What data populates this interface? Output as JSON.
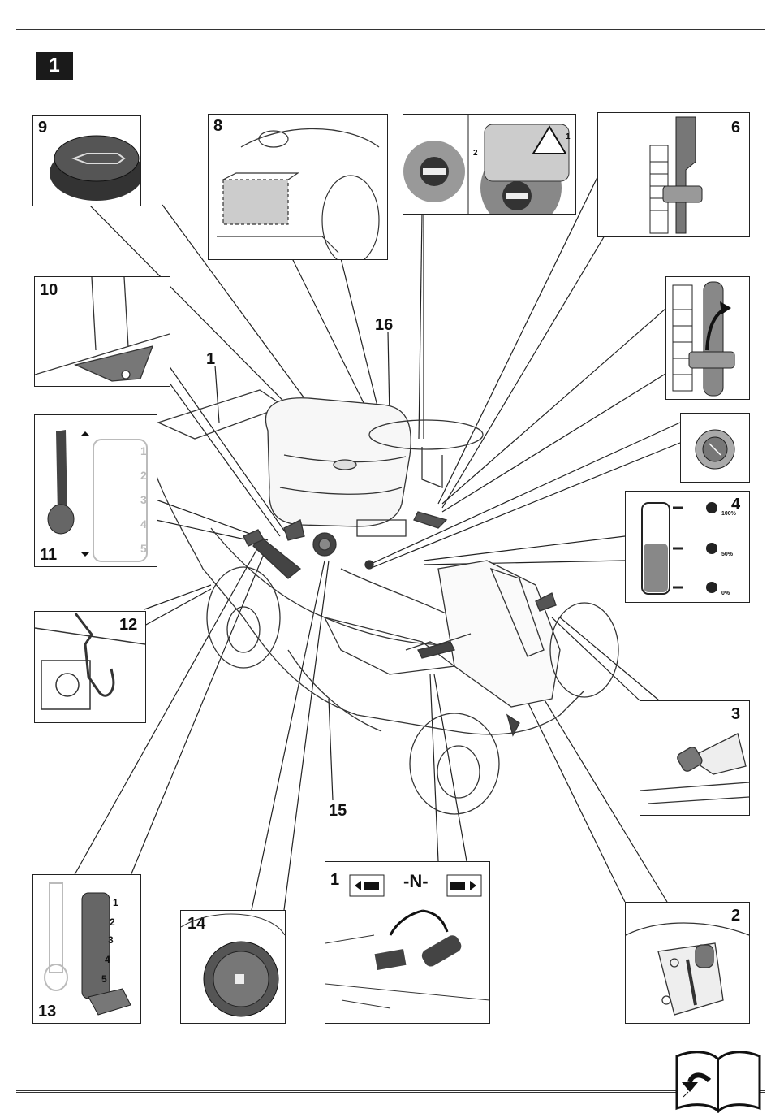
{
  "figure_number": "1",
  "panels": {
    "p9": "9",
    "p8": "8",
    "p_ignition_a": "1",
    "p_ignition_b": "2",
    "p6": "6",
    "p10": "10",
    "p11": "11",
    "p11_scale": [
      "1",
      "2",
      "3",
      "4",
      "5"
    ],
    "p4": "4",
    "p4_levels": [
      "100%",
      "50%",
      "0%"
    ],
    "p12": "12",
    "p3": "3",
    "p13": "13",
    "p13_scale": [
      "1",
      "2",
      "3",
      "4",
      "5"
    ],
    "p14": "14",
    "p1_bottom": "1",
    "p1_neutral": "-N-",
    "p2": "2"
  },
  "callouts": {
    "c1": "1",
    "c16": "16",
    "c15": "15"
  },
  "icons": [
    "oil-cap-icon",
    "battery-icon",
    "ignition-key-icon",
    "throttle-icon",
    "fuel-gauge-icon",
    "return-book-icon"
  ]
}
